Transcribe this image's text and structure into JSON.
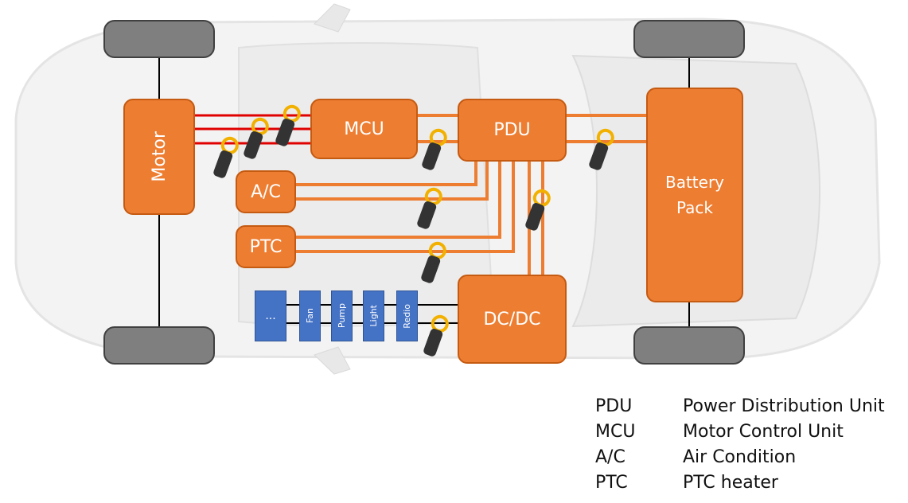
{
  "components": {
    "motor": "Motor",
    "mcu": "MCU",
    "pdu": "PDU",
    "ac": "A/C",
    "ptc": "PTC",
    "battery_line1": "Battery",
    "battery_line2": "Pack",
    "dcdc": "DC/DC"
  },
  "loads": [
    "...",
    "Fan",
    "Pump",
    "Light",
    "Redio"
  ],
  "legend": [
    {
      "abbr": "PDU",
      "full": "Power Distribution Unit"
    },
    {
      "abbr": "MCU",
      "full": "Motor Control Unit"
    },
    {
      "abbr": "A/C",
      "full": "Air Condition"
    },
    {
      "abbr": "PTC",
      "full": "PTC heater"
    }
  ],
  "colors": {
    "component_fill": "#ED7D31",
    "load_fill": "#4472C4",
    "hv_cable": "#ED7D31",
    "motor_phase_cable": "#E00000",
    "lv_cable": "#000000",
    "wheel": "#7F7F7F"
  },
  "icons": [
    "car-body-outline",
    "current-probe-icon"
  ]
}
